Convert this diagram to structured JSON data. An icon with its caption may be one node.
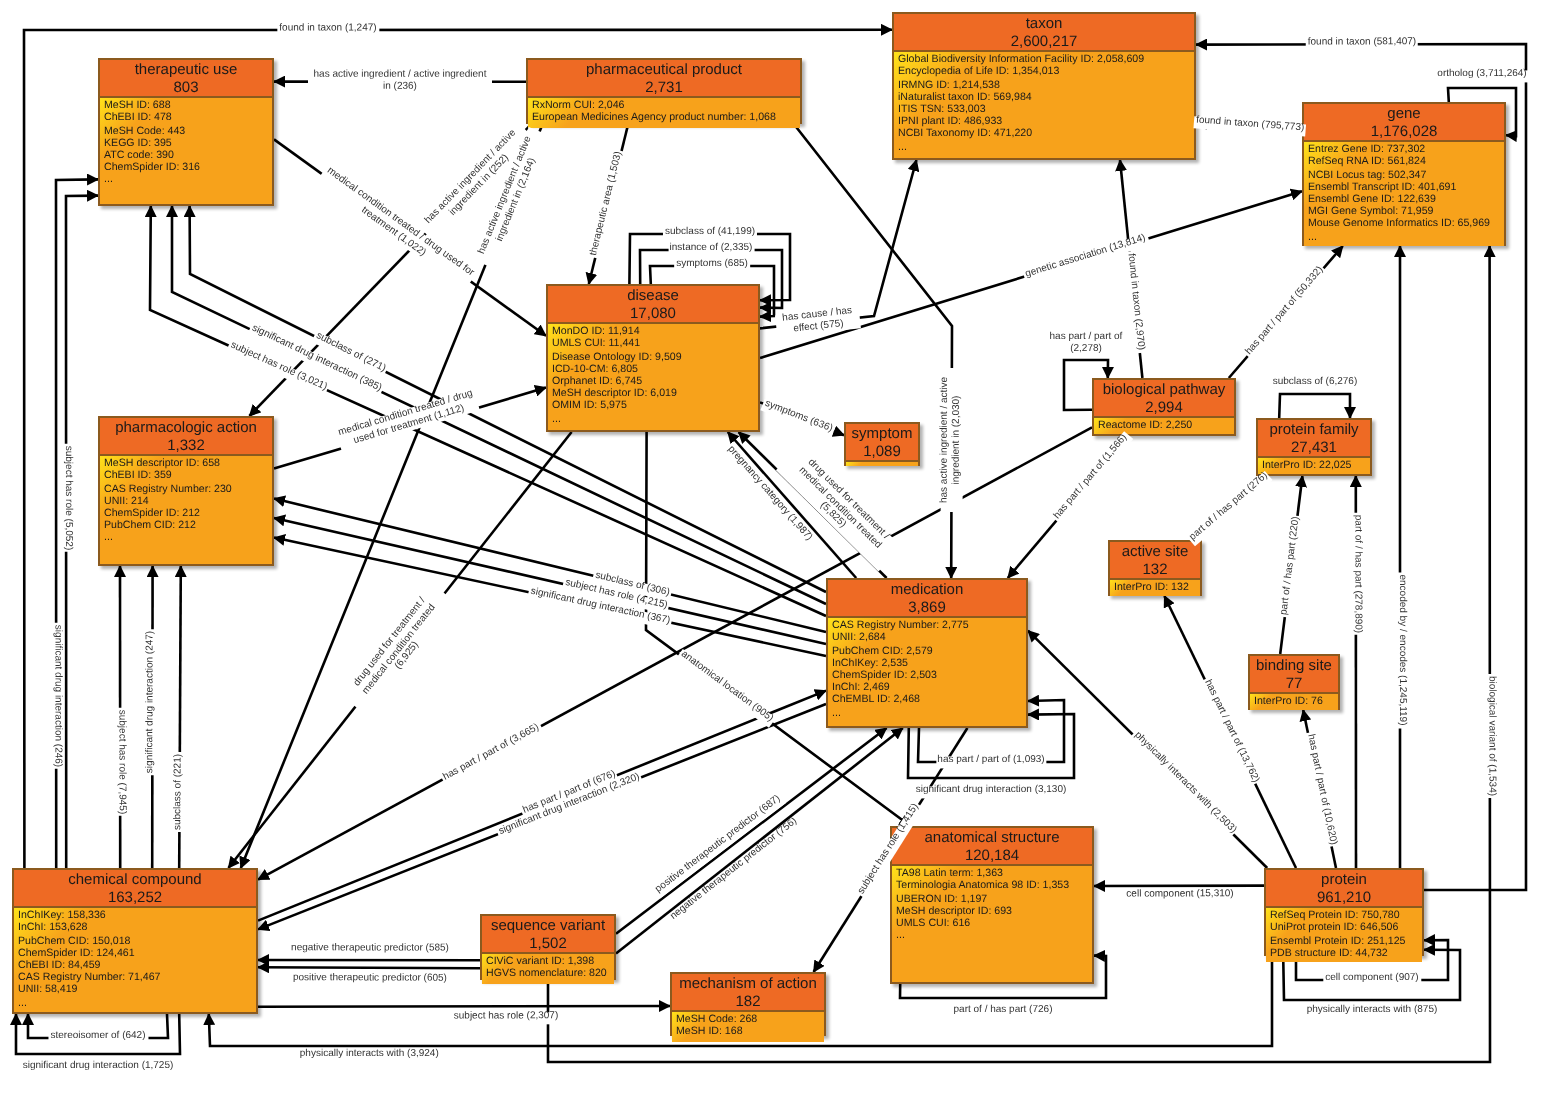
{
  "diagram": {
    "nodes": [
      {
        "text": [
          "therapeutic use",
          "803",
          "MeSH ID: 688",
          "ChEBI ID: 478",
          "MeSH Code: 443",
          "KEGG ID: 395",
          "ATC code: 390",
          "ChemSpider ID: 316",
          "..."
        ]
      },
      {
        "text": [
          "pharmaceutical product",
          "2,731",
          "RxNorm CUI: 2,046",
          "European Medicines Agency product number: 1,068"
        ]
      },
      {
        "text": [
          "taxon",
          "2,600,217",
          "Global Biodiversity Information Facility ID: 2,058,609",
          "Encyclopedia of Life ID: 1,354,013",
          "IRMNG ID: 1,214,538",
          "iNaturalist taxon ID: 569,984",
          "ITIS TSN: 533,003",
          "IPNI plant ID: 486,933",
          "NCBI Taxonomy ID: 471,220",
          "..."
        ]
      },
      {
        "text": [
          "gene",
          "1,176,028",
          "Entrez Gene ID: 737,302",
          "RefSeq RNA ID: 561,824",
          "NCBI Locus tag: 502,347",
          "Ensembl Transcript ID: 401,691",
          "Ensembl Gene ID: 122,639",
          "MGI Gene Symbol: 71,959",
          "Mouse Genome Informatics ID: 65,969",
          "..."
        ]
      },
      {
        "text": [
          "disease",
          "17,080",
          "MonDO ID: 11,914",
          "UMLS CUI: 11,441",
          "Disease Ontology ID: 9,509",
          "ICD-10-CM: 6,805",
          "Orphanet ID: 6,745",
          "MeSH descriptor ID: 6,019",
          "OMIM ID: 5,975",
          "..."
        ]
      },
      {
        "text": [
          "symptom",
          "1,089"
        ]
      },
      {
        "text": [
          "pharmacologic action",
          "1,332",
          "MeSH descriptor ID: 658",
          "ChEBI ID: 359",
          "CAS Registry Number: 230",
          "UNII: 214",
          "ChemSpider ID: 212",
          "PubChem CID: 212",
          "..."
        ]
      },
      {
        "text": [
          "biological pathway",
          "2,994",
          "Reactome ID: 2,250"
        ]
      },
      {
        "text": [
          "protein family",
          "27,431",
          "InterPro ID: 22,025"
        ]
      },
      {
        "text": [
          "active site",
          "132",
          "InterPro ID: 132"
        ]
      },
      {
        "text": [
          "medication",
          "3,869",
          "CAS Registry Number: 2,775",
          "UNII: 2,684",
          "PubChem CID: 2,579",
          "InChIKey: 2,535",
          "ChemSpider ID: 2,503",
          "InChI: 2,469",
          "ChEMBL ID: 2,468",
          "..."
        ]
      },
      {
        "text": [
          "binding site",
          "77",
          "InterPro ID: 76"
        ]
      },
      {
        "text": [
          "chemical compound",
          "163,252",
          "InChIKey: 158,336",
          "InChI: 153,628",
          "PubChem CID: 150,018",
          "ChemSpider ID: 124,461",
          "ChEBI ID: 84,459",
          "CAS Registry Number: 71,467",
          "UNII: 58,419",
          "..."
        ]
      },
      {
        "text": [
          "sequence variant",
          "1,502",
          "CIViC variant ID: 1,398",
          "HGVS nomenclature: 820"
        ]
      },
      {
        "text": [
          "anatomical structure",
          "120,184",
          "TA98 Latin term: 1,363",
          "Terminologia Anatomica 98 ID: 1,353",
          "UBERON ID: 1,197",
          "MeSH descriptor ID: 693",
          "UMLS CUI: 616",
          "..."
        ]
      },
      {
        "text": [
          "mechanism of action",
          "182",
          "MeSH Code: 268",
          "MeSH ID: 168"
        ]
      },
      {
        "text": [
          "protein",
          "961,210",
          "RefSeq Protein ID: 750,780",
          "UniProt protein ID: 646,506",
          "Ensembl Protein ID: 251,125",
          "PDB structure ID: 44,732"
        ]
      }
    ],
    "edges": [
      {
        "from": 1,
        "to": 0,
        "arrow": "to",
        "label": "has active ingredient / active ingredient in (236)"
      },
      {
        "from": 12,
        "to": 2,
        "arrow": "to",
        "label": "found in taxon (1,247)"
      },
      {
        "from": 0,
        "to": 4,
        "arrow": "to",
        "label": "medical condition treated / drug used for treatment (1,022)"
      },
      {
        "from": 1,
        "to": 6,
        "arrow": "to",
        "label": "has active ingredient / active ingredient in (252)"
      },
      {
        "from": 1,
        "to": 12,
        "arrow": "to",
        "label": "has active ingredient / active ingredient in (2,164)"
      },
      {
        "from": 1,
        "to": 4,
        "arrow": "to",
        "label": "therapeutic area (1,503)"
      },
      {
        "from": 1,
        "to": 10,
        "arrow": "to",
        "label": "has active ingredient / active ingredient in (2,030)"
      },
      {
        "from": 4,
        "to": 4,
        "arrow": "to",
        "label": "subclass of (41,199)"
      },
      {
        "from": 4,
        "to": 4,
        "arrow": "to",
        "label": "instance of (2,335)"
      },
      {
        "from": 4,
        "to": 4,
        "arrow": "to",
        "label": "symptoms (685)"
      },
      {
        "from": 4,
        "to": 2,
        "arrow": "to",
        "label": "has cause / has effect (575)"
      },
      {
        "from": 4,
        "to": 3,
        "arrow": "to",
        "label": "genetic association (13,814)"
      },
      {
        "from": 4,
        "to": 5,
        "arrow": "to",
        "label": "symptoms (636)"
      },
      {
        "from": 10,
        "to": 4,
        "arrow": "to",
        "label": "drug used for treatment / medical condition treated (5,825)"
      },
      {
        "from": 10,
        "to": 4,
        "arrow": "to",
        "label": "pregnancy category (1,987)"
      },
      {
        "from": 3,
        "to": 3,
        "arrow": "to",
        "label": "ortholog (3,711,264)"
      },
      {
        "from": 3,
        "to": 2,
        "arrow": "to",
        "label": "found in taxon (795,773)"
      },
      {
        "from": 16,
        "to": 2,
        "arrow": "to",
        "label": "found in taxon (581,407)"
      },
      {
        "from": 7,
        "to": 2,
        "arrow": "to",
        "label": "found in taxon (2,970)"
      },
      {
        "from": 7,
        "to": 7,
        "arrow": "to",
        "label": "has part / part of (2,278)"
      },
      {
        "from": 7,
        "to": 3,
        "arrow": "to",
        "label": "has part / part of (50,332)"
      },
      {
        "from": 7,
        "to": 10,
        "arrow": "to",
        "label": "has part / part of (1,566)"
      },
      {
        "from": 7,
        "to": 12,
        "arrow": "to",
        "label": "has part / part of (3,665)"
      },
      {
        "from": 8,
        "to": 8,
        "arrow": "to",
        "label": "subclass of (6,276)"
      },
      {
        "from": 9,
        "to": 8,
        "arrow": "to",
        "label": "part of / has part (276)"
      },
      {
        "from": 11,
        "to": 8,
        "arrow": "to",
        "label": "part of / has part (220)"
      },
      {
        "from": 16,
        "to": 8,
        "arrow": "to",
        "label": "part of / has part (278,890)"
      },
      {
        "from": 16,
        "to": 3,
        "arrow": "to",
        "label": "encoded by / encodes (1,245,119)"
      },
      {
        "from": 13,
        "to": 3,
        "arrow": "to",
        "label": "biological variant of (1,534)"
      },
      {
        "from": 16,
        "to": 9,
        "arrow": "to",
        "label": "has part / part of (13,762)"
      },
      {
        "from": 16,
        "to": 11,
        "arrow": "to",
        "label": "has part / part of (10,620)"
      },
      {
        "from": 16,
        "to": 10,
        "arrow": "to",
        "label": "physically interacts with (2,503)"
      },
      {
        "from": 16,
        "to": 14,
        "arrow": "to",
        "label": "cell component (15,310)"
      },
      {
        "from": 16,
        "to": 16,
        "arrow": "to",
        "label": "cell component (907)"
      },
      {
        "from": 16,
        "to": 16,
        "arrow": "to",
        "label": "physically interacts with (875)"
      },
      {
        "from": 14,
        "to": 14,
        "arrow": "to",
        "label": "part of / has part (726)"
      },
      {
        "from": 16,
        "to": 12,
        "arrow": "to",
        "label": "physically interacts with (3,924)"
      },
      {
        "from": 12,
        "to": 12,
        "arrow": "to",
        "label": "stereoisomer of (642)"
      },
      {
        "from": 12,
        "to": 12,
        "arrow": "to",
        "label": "significant drug interaction (1,725)"
      },
      {
        "from": 12,
        "to": 15,
        "arrow": "to",
        "label": "subject has role (2,307)"
      },
      {
        "from": 13,
        "to": 12,
        "arrow": "to",
        "label": "negative therapeutic predictor (585)"
      },
      {
        "from": 13,
        "to": 12,
        "arrow": "to",
        "label": "positive therapeutic predictor (605)"
      },
      {
        "from": 13,
        "to": 10,
        "arrow": "to",
        "label": "positive therapeutic predictor (687)"
      },
      {
        "from": 13,
        "to": 10,
        "arrow": "to",
        "label": "negative therapeutic predictor (756)"
      },
      {
        "from": 10,
        "to": 15,
        "arrow": "to",
        "label": "subject has role (1,415)"
      },
      {
        "from": 10,
        "to": 10,
        "arrow": "to",
        "label": "has part / part of (1,093)"
      },
      {
        "from": 10,
        "to": 10,
        "arrow": "to",
        "label": "significant drug interaction (3,130)"
      },
      {
        "from": 4,
        "to": 14,
        "arrow": "to",
        "label": "anatomical location (905)"
      },
      {
        "from": 4,
        "to": 12,
        "arrow": "to",
        "label": "drug used for treatment / medical condition treated (6,925)"
      },
      {
        "from": 12,
        "to": 0,
        "arrow": "to",
        "label": "significant drug interaction (246)"
      },
      {
        "from": 12,
        "to": 0,
        "arrow": "to",
        "label": "subject has role (5,052)"
      },
      {
        "from": 12,
        "to": 6,
        "arrow": "to",
        "label": "subject has role (7,945)"
      },
      {
        "from": 12,
        "to": 6,
        "arrow": "to",
        "label": "significant drug interaction (247)"
      },
      {
        "from": 12,
        "to": 6,
        "arrow": "to",
        "label": "subclass of (221)"
      },
      {
        "from": 10,
        "to": 0,
        "arrow": "to",
        "label": "subclass of (271)"
      },
      {
        "from": 10,
        "to": 0,
        "arrow": "to",
        "label": "significant drug interaction (385)"
      },
      {
        "from": 10,
        "to": 0,
        "arrow": "to",
        "label": "subject has role (3,021)"
      },
      {
        "from": 10,
        "to": 6,
        "arrow": "to",
        "label": "subclass of (306)"
      },
      {
        "from": 10,
        "to": 6,
        "arrow": "to",
        "label": "subject has role (4,215)"
      },
      {
        "from": 10,
        "to": 6,
        "arrow": "to",
        "label": "significant drug interaction (367)"
      },
      {
        "from": 12,
        "to": 10,
        "arrow": "to",
        "label": "has part / part of (676)"
      },
      {
        "from": 10,
        "to": 12,
        "arrow": "to",
        "label": "significant drug interaction (2,320)"
      },
      {
        "from": 6,
        "to": 4,
        "arrow": "to",
        "label": "medical condition treated / drug used for treatment (1,112)"
      }
    ]
  }
}
